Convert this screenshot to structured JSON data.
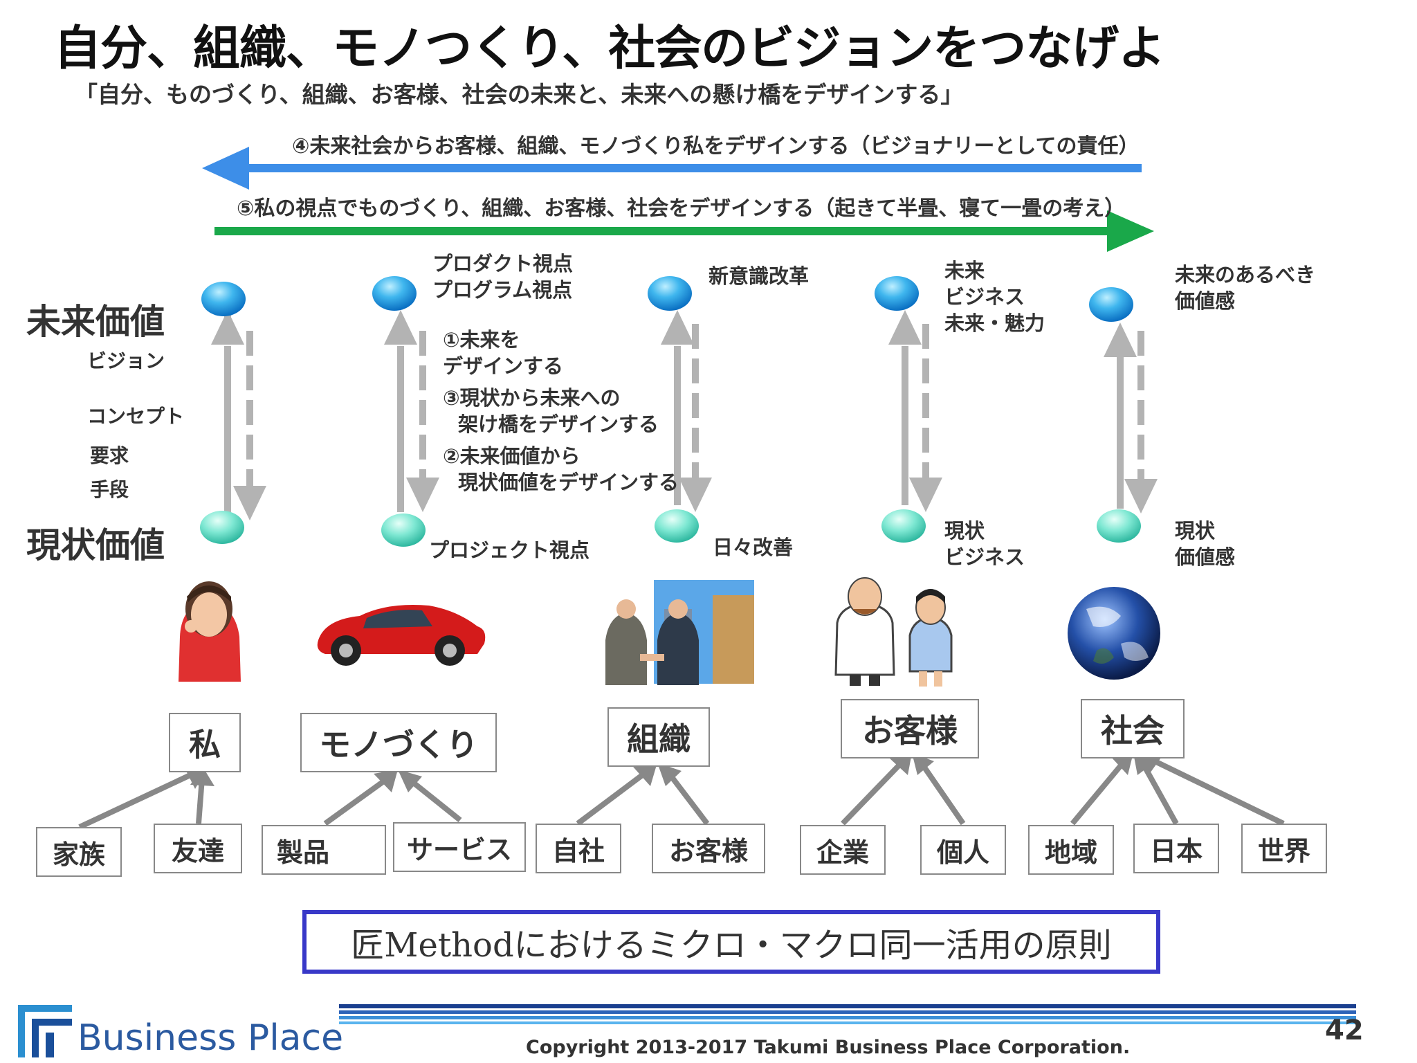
{
  "title": "自分、組織、モノつくり、社会のビジョンをつなげよ",
  "subtitle": "「自分、ものづくり、組織、お客様、社会の未来と、未来への懸け橋をデザインする」",
  "arrows": {
    "top": "④未来社会からお客様、組織、モノづくり私をデザインする（ビジョナリーとしての責任）",
    "bottom": "⑤私の視点でものづくり、組織、お客様、社会をデザインする（起きて半畳、寝て一畳の考え）",
    "top_color": "#3d8ee8",
    "bottom_color": "#1aa84a"
  },
  "rows": {
    "future": "未来価値",
    "current": "現状価値"
  },
  "side_labels": [
    "ビジョン",
    "コンセプト",
    "要求",
    "手段"
  ],
  "notes": {
    "product_1": "プロダクト視点",
    "product_2": "プログラム視点",
    "step1_1": "①未来を",
    "step1_2": "デザインする",
    "step3_1": "③現状から未来への",
    "step3_2": "架け橋をデザインする",
    "step2_1": "②未来価値から",
    "step2_2": "現状価値をデザインする",
    "project": "プロジェクト視点",
    "reform": "新意識改革",
    "daily": "日々改善",
    "biz_1": "未来",
    "biz_2": "ビジネス",
    "biz_3": "未来・魅力",
    "curbiz_1": "現状",
    "curbiz_2": "ビジネス",
    "val_1": "未来のあるべき",
    "val_2": "価値感",
    "curval_1": "現状",
    "curval_2": "価値感"
  },
  "categories": [
    "私",
    "モノづくり",
    "組織",
    "お客様",
    "社会"
  ],
  "subitems": [
    "家族",
    "友達",
    "製品",
    "サービス",
    "自社",
    "お客様",
    "企業",
    "個人",
    "地域",
    "日本",
    "世界"
  ],
  "principle": "匠Methodにおけるミクロ・マクロ同一活用の原則",
  "footer": {
    "logo": "Business Place",
    "copyright": "Copyright  2013-2017 Takumi Business Place Corporation.",
    "page": "42"
  },
  "icons": [
    "woman-icon",
    "car-icon",
    "handshake-icon",
    "customers-icon",
    "globe-icon"
  ]
}
